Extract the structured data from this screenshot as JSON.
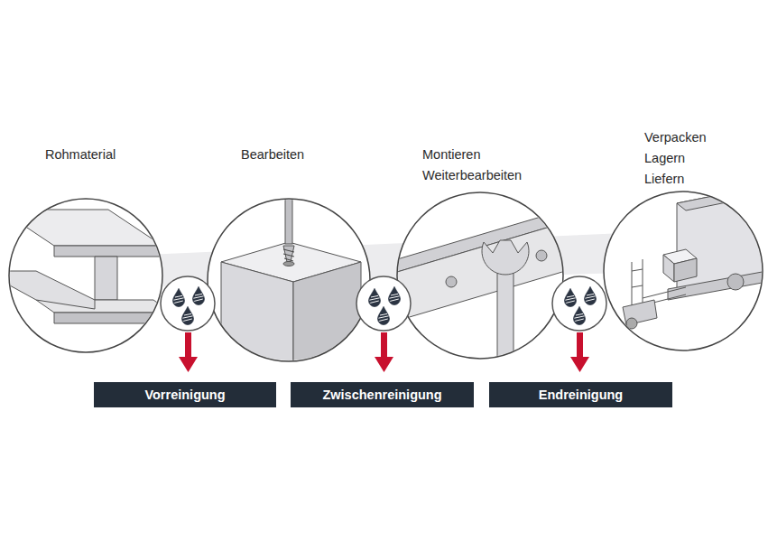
{
  "diagram": {
    "nodes": [
      {
        "text": [
          "Rohmaterial"
        ]
      },
      {
        "text": [
          "Bearbeiten"
        ]
      },
      {
        "text": [
          "Montieren Weiterbearbeiten"
        ]
      },
      {
        "text": [
          "Verpacken Lagern Liefern"
        ]
      },
      {
        "text": [
          "Vorreinigung"
        ]
      },
      {
        "text": [
          "Zwischenreinigung"
        ]
      },
      {
        "text": [
          "Endreinigung"
        ]
      }
    ]
  }
}
